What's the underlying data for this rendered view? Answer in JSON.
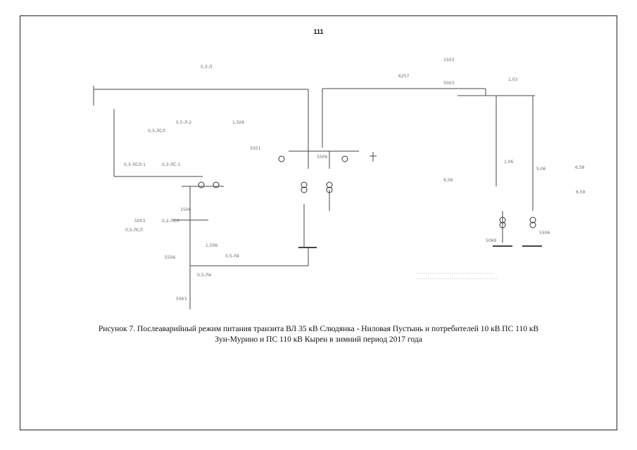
{
  "page": {
    "number": "111",
    "caption_line1": "Рисунок 7. Послеаварийный режим питания транзита ВЛ 35 кВ Слюдянка - Ниловая Пустынь и потребителей 10 кВ ПС 110 кВ",
    "caption_line2": "Зун-Мурино и ПС 110 кВ Кырен в зимний период 2017 года"
  },
  "diagram": {
    "labels": [
      "0,3-ЛСЛ-1",
      "0,3-ЛС-1",
      "0,5-Л-2",
      "0,3-ЛСЛ",
      "0,3-Л",
      "1,506",
      "5501",
      "5506",
      "6257",
      "1503",
      "1,03",
      "1,06",
      "5,06",
      "6,56",
      "6,58",
      "5003",
      "0,5-ЛСЛ",
      "0,2-ЛСЛ",
      "0,5-Л4",
      "1,506",
      "0,5-Л4",
      "5506",
      "5063",
      "5069",
      "5506",
      "6,59",
      "5003",
      "1506"
    ],
    "legend_line1": "- - - - - - - - - - - - - - - - - - - - - - - - - - - - - - - - - - -",
    "legend_line2": "- - - - - - - - - - - - - - - - - - - - - - - - - - - - - - - - - - - - -"
  }
}
